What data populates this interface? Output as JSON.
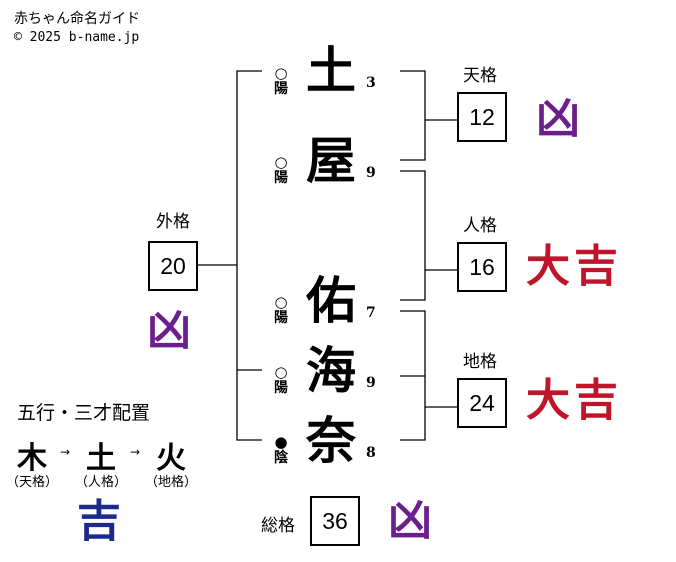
{
  "app_title": "赤ちゃん命名ガイド",
  "copyright": "© 2025 b-name.jp",
  "name_chars": [
    {
      "char": "土",
      "strokes": "3",
      "mark": "○",
      "yinyang": "陽"
    },
    {
      "char": "屋",
      "strokes": "9",
      "mark": "○",
      "yinyang": "陽"
    },
    {
      "char": "佑",
      "strokes": "7",
      "mark": "○",
      "yinyang": "陽"
    },
    {
      "char": "海",
      "strokes": "9",
      "mark": "○",
      "yinyang": "陽"
    },
    {
      "char": "奈",
      "strokes": "8",
      "mark": "●",
      "yinyang": "陰"
    }
  ],
  "kaku": {
    "ten": {
      "label": "天格",
      "value": "12",
      "fortune": "凶"
    },
    "jin": {
      "label": "人格",
      "value": "16",
      "fortune": "大吉"
    },
    "chi": {
      "label": "地格",
      "value": "24",
      "fortune": "大吉"
    },
    "gai": {
      "label": "外格",
      "value": "20",
      "fortune": "凶"
    },
    "sou": {
      "label": "総格",
      "value": "36",
      "fortune": "凶"
    }
  },
  "gogyo": {
    "heading": "五行・三才配置",
    "elements": [
      {
        "el": "木",
        "sub": "（天格）"
      },
      {
        "el": "土",
        "sub": "（人格）"
      },
      {
        "el": "火",
        "sub": "（地格）"
      }
    ],
    "arrow": "→",
    "fortune": "吉"
  },
  "colors": {
    "kyo": "#6b1f8c",
    "daikichi": "#c0142a",
    "kichi": "#1c2a8c"
  }
}
